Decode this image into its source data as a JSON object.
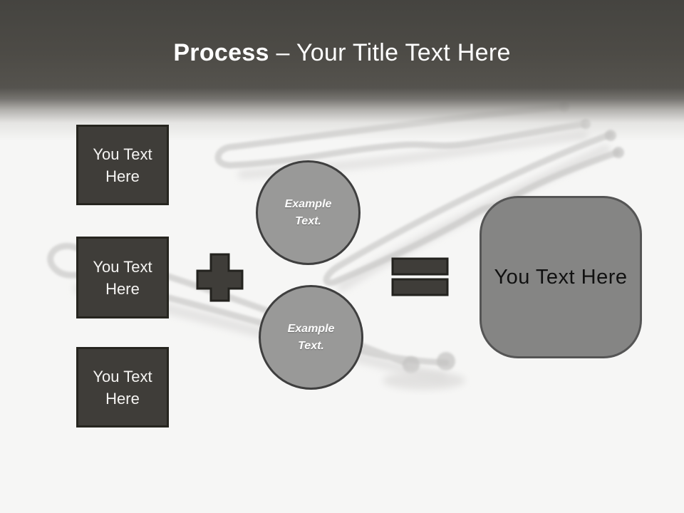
{
  "slide": {
    "background_alt": "faded bobby pins photo background",
    "header": {
      "title_bold": "Process",
      "title_rest": " – Your Title Text Here"
    },
    "input_boxes": [
      {
        "label": "You Text Here"
      },
      {
        "label": "You Text Here"
      },
      {
        "label": "You Text Here"
      }
    ],
    "example_circles": [
      {
        "label": "Example Text."
      },
      {
        "label": "Example Text."
      }
    ],
    "operators": {
      "plus": "+",
      "equals": "="
    },
    "result_box": {
      "label": "You Text Here"
    },
    "colors": {
      "header_dark": "#53514c",
      "shape_dark": "#3f3d39",
      "shape_border": "#23221e",
      "circle_fill": "#999998",
      "circle_border": "#3f3f3f",
      "result_fill": "#858584",
      "result_border": "#555555",
      "page_background": "#f6f6f5",
      "title_text": "#ffffff",
      "box_text": "#f5f4f2",
      "result_text": "#111111"
    }
  }
}
